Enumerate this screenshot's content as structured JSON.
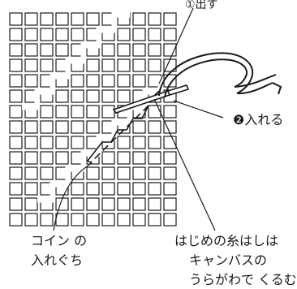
{
  "labels": {
    "step1": "①出す",
    "step2": "❷入れる",
    "coin_slot": [
      "コイン の",
      "入れぐち"
    ],
    "thread_note": [
      "はじめの糸はしは",
      "キャンバスの",
      "うらがわで くるむ"
    ]
  },
  "colors": {
    "line": "#1a1a1a",
    "background": "#ffffff"
  }
}
